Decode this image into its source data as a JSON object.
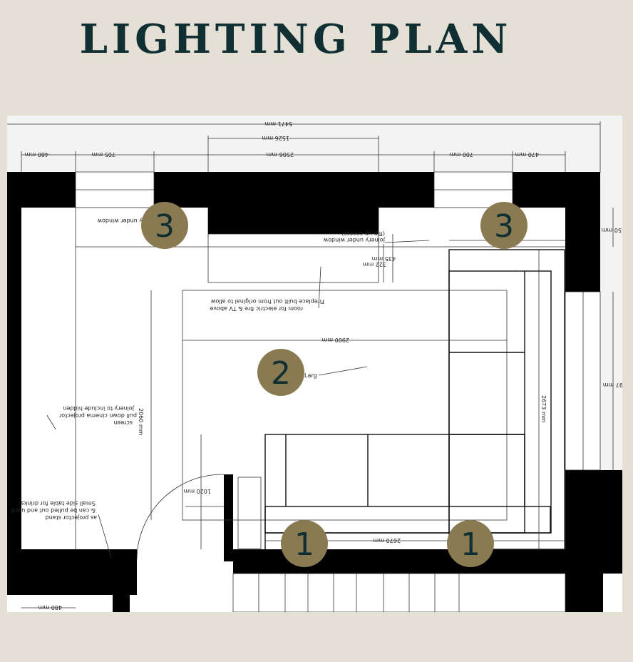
{
  "title": "LIGHTING PLAN",
  "dimensions": {
    "overall_width": "5471 mm",
    "chimney_breast": "1526 mm",
    "segment_left_wall": "480 mm",
    "window_left": "705 mm",
    "mid_wall": "2506 mm",
    "window_right": "700 mm",
    "segment_right_wall": "470 mm",
    "bottom_left_wall": "480 mm",
    "hearth_depth_1": "435 mm",
    "hearth_depth_2": "322 mm",
    "rug_width": "2900 mm",
    "rug_length": "2060 mm",
    "sofa_length": "2673 mm",
    "sofa_width": "2670 mm",
    "side_table": "1020 mm",
    "right_edge_top": "50 mm",
    "right_edge_mid": "97 mm"
  },
  "notes": {
    "joinery_window_left": "y under window",
    "joinery_window_right": "Joinery under window",
    "joinery_window_right_sub": "(flip up access)",
    "fireplace_line1": "Fireplace built out from original to allow",
    "fireplace_line2": "room for electric fire & TV above",
    "joinery_screen_line1": "Joinery to include hidden",
    "joinery_screen_line2": "pull down cinema projector",
    "joinery_screen_line3": "screen",
    "side_table_line1": "Small side table for drinks",
    "side_table_line2": "& can be pulled out and used",
    "side_table_line3": "as projector stand",
    "rug_label": "Larg"
  },
  "markers": {
    "m1": "3",
    "m2": "3",
    "m3": "2",
    "m4": "1",
    "m5": "1"
  },
  "colors": {
    "background": "#e5e0d6",
    "title": "#0f2f33",
    "marker": "#8a7a52",
    "walls": "#000000"
  }
}
